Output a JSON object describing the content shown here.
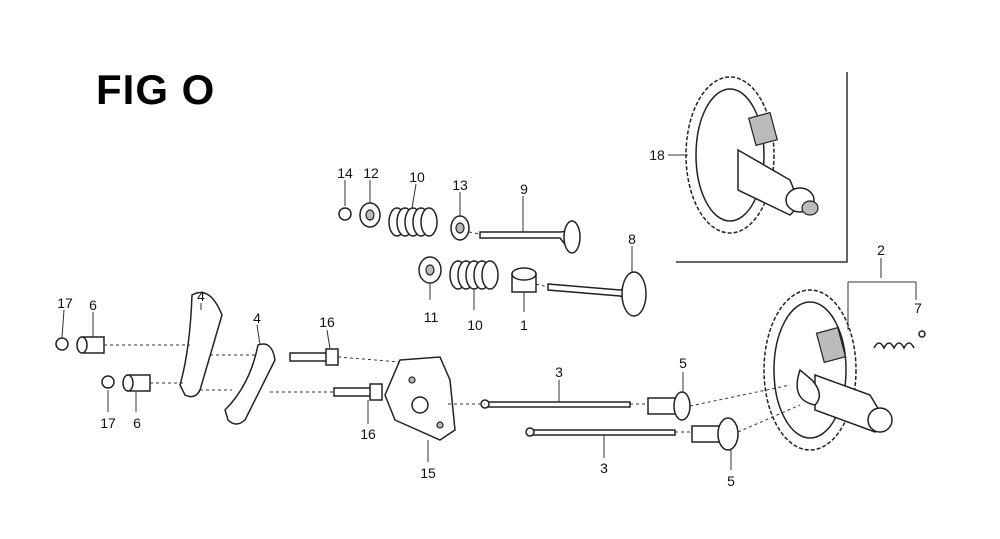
{
  "figure": {
    "title": "FIG O"
  },
  "callouts": [
    {
      "id": "c14",
      "text": "14"
    },
    {
      "id": "c12",
      "text": "12"
    },
    {
      "id": "c10a",
      "text": "10"
    },
    {
      "id": "c13",
      "text": "13"
    },
    {
      "id": "c9",
      "text": "9"
    },
    {
      "id": "c8",
      "text": "8"
    },
    {
      "id": "c11",
      "text": "11"
    },
    {
      "id": "c10b",
      "text": "10"
    },
    {
      "id": "c1",
      "text": "1"
    },
    {
      "id": "c18",
      "text": "18"
    },
    {
      "id": "c2",
      "text": "2"
    },
    {
      "id": "c7",
      "text": "7"
    },
    {
      "id": "c17a",
      "text": "17"
    },
    {
      "id": "c6a",
      "text": "6"
    },
    {
      "id": "c4a",
      "text": "4"
    },
    {
      "id": "c4b",
      "text": "4"
    },
    {
      "id": "c16a",
      "text": "16"
    },
    {
      "id": "c16b",
      "text": "16"
    },
    {
      "id": "c17b",
      "text": "17"
    },
    {
      "id": "c6b",
      "text": "6"
    },
    {
      "id": "c15",
      "text": "15"
    },
    {
      "id": "c3a",
      "text": "3"
    },
    {
      "id": "c3b",
      "text": "3"
    },
    {
      "id": "c5a",
      "text": "5"
    },
    {
      "id": "c5b",
      "text": "5"
    }
  ]
}
